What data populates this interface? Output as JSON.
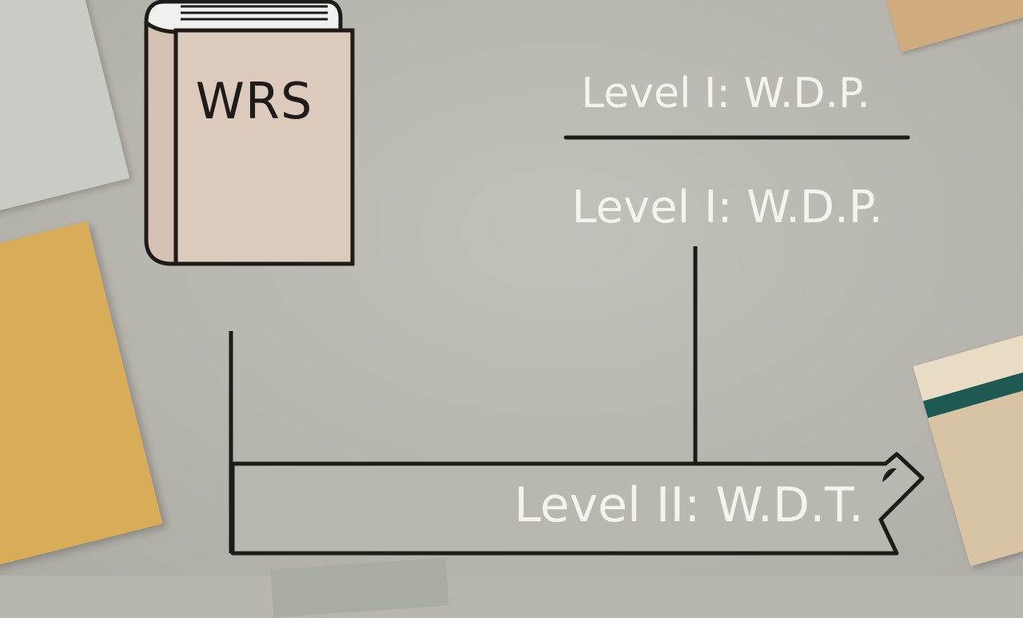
{
  "book": {
    "label": "WRS",
    "icon": "book-icon"
  },
  "levels": {
    "top_title": "Level I: W.D.P.",
    "middle_title": "Level I: W.D.P.",
    "bottom_title": "Level II: W.D.T."
  },
  "colors": {
    "background": "#b9b6b0",
    "book_cover": "#dccbbd",
    "outline": "#1e1b19",
    "text_light": "#f5f3ee",
    "yellow_paper": "#d9ac58",
    "green_stripe": "#1f5a52"
  }
}
